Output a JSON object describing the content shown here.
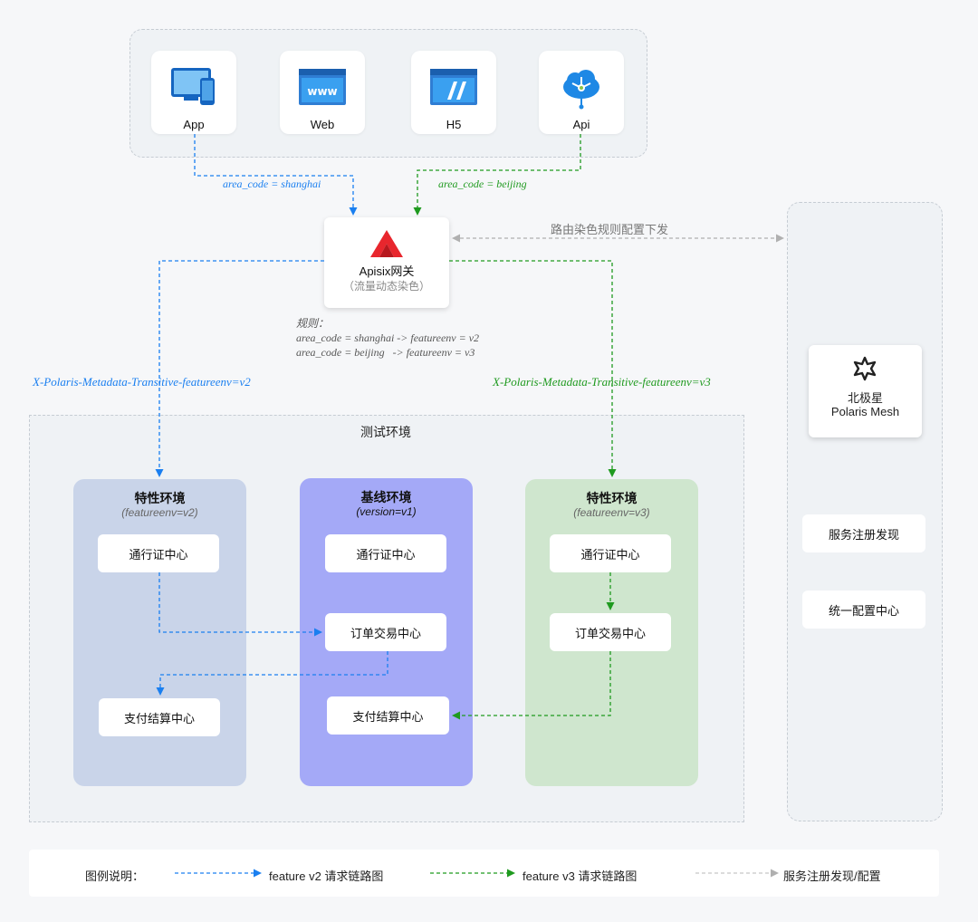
{
  "clients": [
    {
      "label": "App",
      "icon": "tablet-phone-icon"
    },
    {
      "label": "Web",
      "icon": "www-browser-icon"
    },
    {
      "label": "H5",
      "icon": "h5-window-icon"
    },
    {
      "label": "Api",
      "icon": "cloud-api-icon"
    }
  ],
  "edges": {
    "left_param": "area_code = shanghai",
    "right_param": "area_code = beijing",
    "sync_label": "路由染色规则配置下发",
    "left_header": "X-Polaris-Metadata-Transitive-featureenv=v2",
    "right_header": "X-Polaris-Metadata-Transitive-featureenv=v3"
  },
  "gateway": {
    "title": "Apisix网关",
    "subtitle": "（流量动态染色）"
  },
  "rules": {
    "title": "规则：",
    "line1": "area_code = shanghai -> featureenv = v2",
    "line2": "area_code = beijing   -> featureenv = v3"
  },
  "test_env": {
    "title": "测试环境"
  },
  "panels": [
    {
      "title": "特性环境",
      "subtitle": "(featureenv=v2)",
      "services": [
        "通行证中心",
        "支付结算中心"
      ]
    },
    {
      "title": "基线环境",
      "subtitle": "(version=v1)",
      "services": [
        "通行证中心",
        "订单交易中心",
        "支付结算中心"
      ]
    },
    {
      "title": "特性环境",
      "subtitle": "(featureenv=v3)",
      "services": [
        "通行证中心",
        "订单交易中心"
      ]
    }
  ],
  "polaris": {
    "title": "北极星",
    "subtitle": "Polaris Mesh",
    "services": [
      "服务注册发现",
      "统一配置中心"
    ]
  },
  "legend": {
    "title": "图例说明：",
    "items": [
      "feature v2 请求链路图",
      "feature v3 请求链路图",
      "服务注册发现/配置"
    ]
  },
  "colors": {
    "blue": "#1a7ff0",
    "green": "#1f9a1f",
    "gray": "#b0b0b0",
    "panel_v2": "#c9d4e9",
    "panel_v1": "#a4a9f7",
    "panel_v3": "#cfe6ce"
  }
}
